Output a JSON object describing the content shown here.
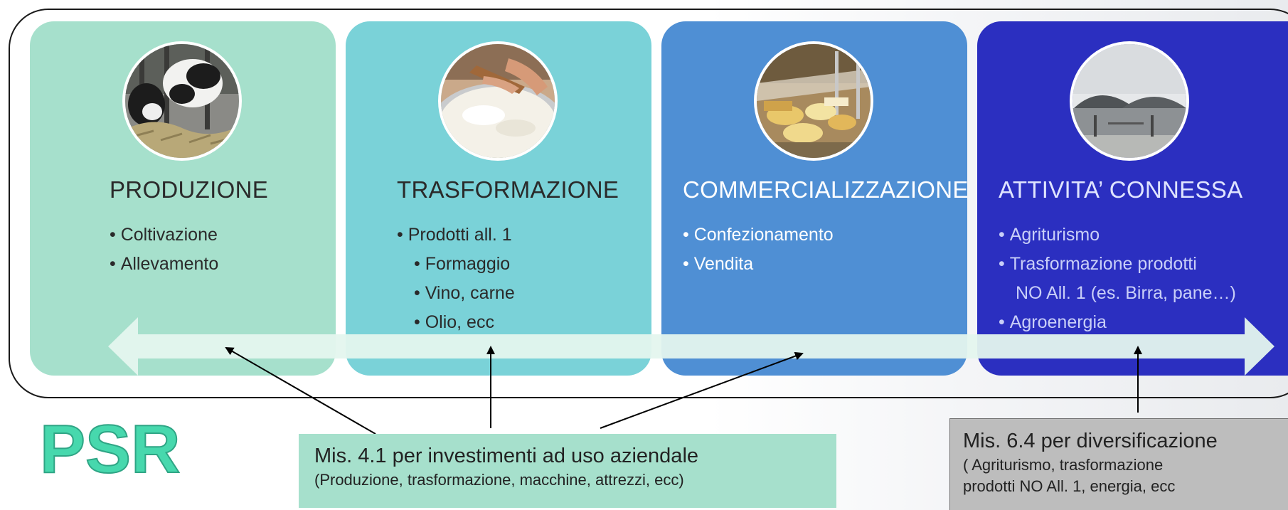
{
  "stages": [
    {
      "title": "PRODUZIONE",
      "bullets": [
        "Coltivazione",
        "Allevamento"
      ],
      "photo": "cows-eating-hay"
    },
    {
      "title": "TRASFORMAZIONE",
      "bullets": [
        "Prodotti all. 1",
        "Formaggio",
        "Vino, carne",
        "Olio, ecc"
      ],
      "photo": "cheese-making"
    },
    {
      "title": "COMMERCIALIZZAZIONE",
      "bullets": [
        "Confezionamento",
        "Vendita"
      ],
      "photo": "cheese-display-counter"
    },
    {
      "title": "ATTIVITA’ CONNESSA",
      "bullets": [
        "Agriturismo",
        "Trasformazione prodotti",
        "NO All. 1 (es. Birra, pane…)",
        "Agroenergia"
      ],
      "photo": "biogas-domes"
    }
  ],
  "logo": {
    "text": "PSR",
    "color": "#3fd6a8"
  },
  "callouts": {
    "mis41": {
      "title": "Mis. 4.1 per investimenti ad uso aziendale",
      "subtitle": "(Produzione, trasformazione, macchine, attrezzi, ecc)"
    },
    "mis64": {
      "title": "Mis. 6.4 per diversificazione",
      "line1": "( Agriturismo, trasformazione",
      "line2": "prodotti NO All. 1, energia,  ecc"
    }
  },
  "colors": {
    "produzione": "#a6e0cc",
    "trasformazione": "#7ad2d8",
    "commercializzazione": "#4f8fd4",
    "attivita_connessa": "#2b2fc0",
    "arrow": "#e4f5ee"
  }
}
